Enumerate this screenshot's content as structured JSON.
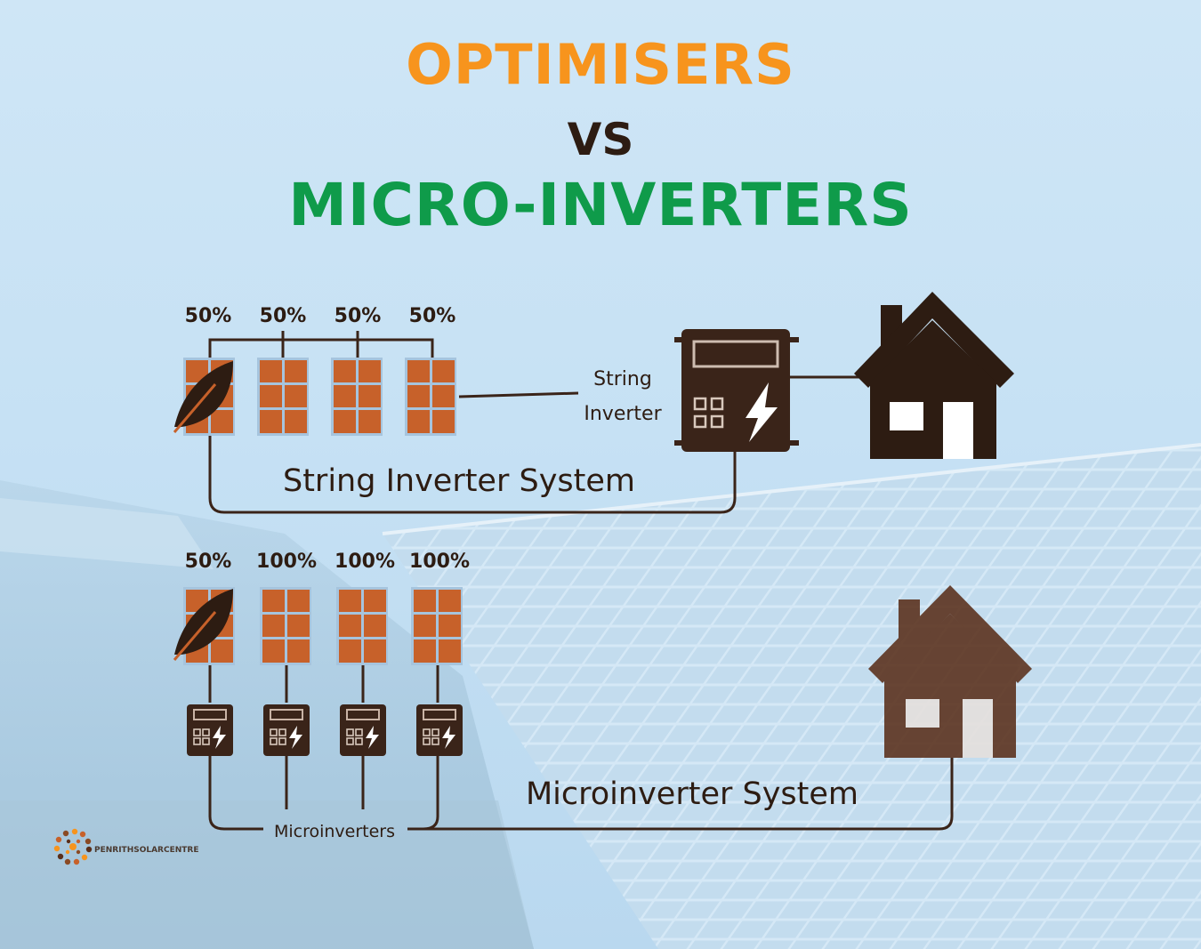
{
  "titles": {
    "line1": "OPTIMISERS",
    "line2": "VS",
    "line3": "MICRO-INVERTERS"
  },
  "string_system": {
    "percent_labels": [
      "50%",
      "50%",
      "50%",
      "50%"
    ],
    "inverter_label_line1": "String",
    "inverter_label_line2": "Inverter",
    "system_label": "String Inverter System"
  },
  "micro_system": {
    "percent_labels": [
      "50%",
      "100%",
      "100%",
      "100%"
    ],
    "microinverters_label": "Microinverters",
    "system_label": "Microinverter System"
  },
  "logo": {
    "text": "PENRITHSOLARCENTRE"
  },
  "colors": {
    "orange": "#f7941d",
    "dark": "#2d1c12",
    "green": "#0f9b4a",
    "panel": "#c7612a",
    "brown": "#3a2419",
    "house_bottom": "#5a2f1a"
  }
}
